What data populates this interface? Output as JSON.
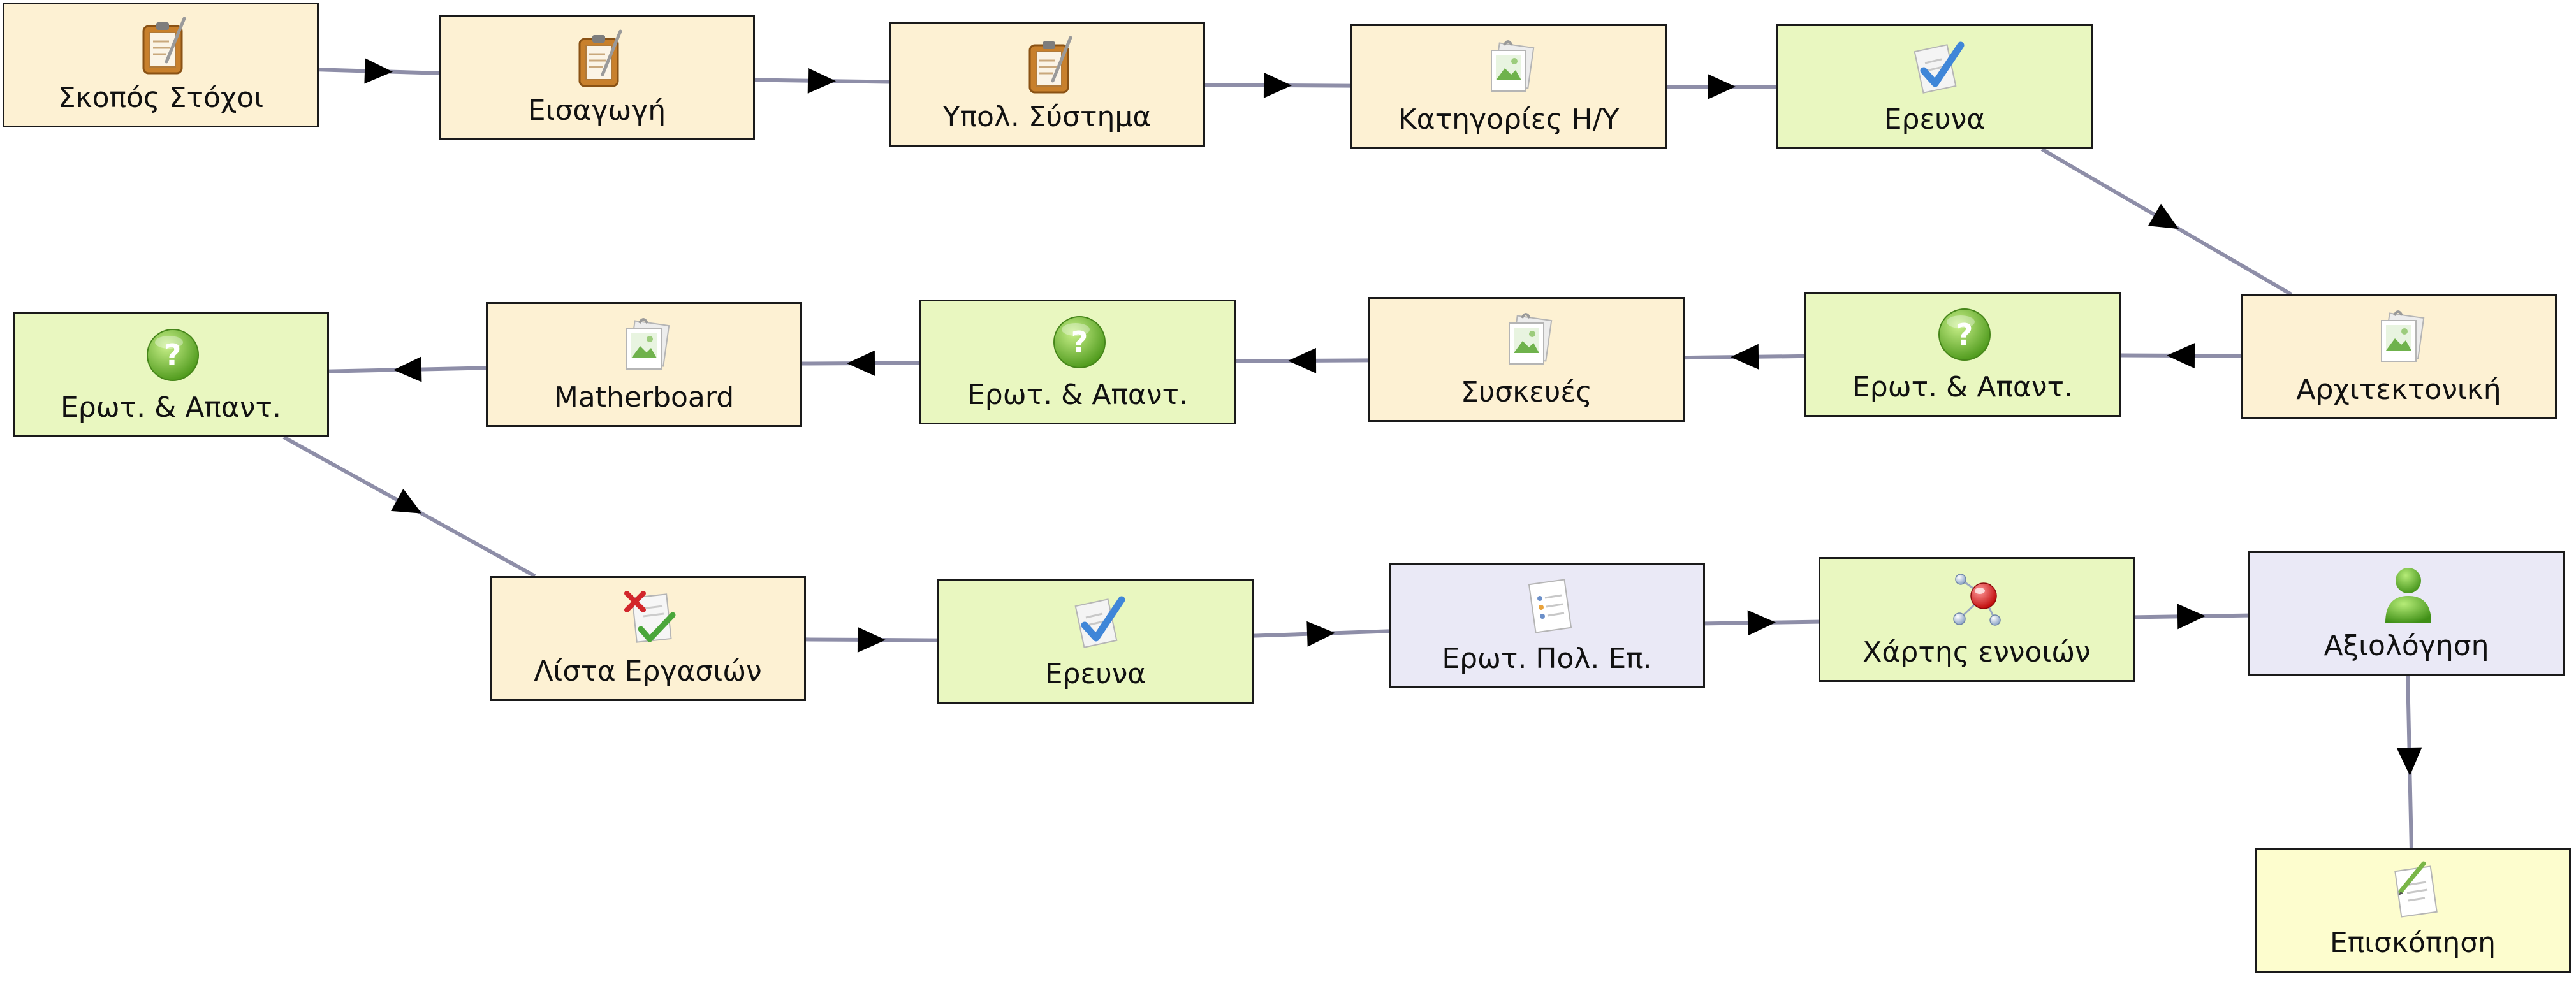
{
  "colors": {
    "connector": "#8e8ea8",
    "arrowhead": "#000000",
    "fill_orange": "#fdf1d3",
    "fill_green": "#e9f7c0",
    "fill_purple": "#eae9f6",
    "fill_yellow": "#fdfdce"
  },
  "nodes": [
    {
      "id": "n1",
      "label": "Σκοπός Στόχοι",
      "icon": "notepad-icon",
      "fill": "orange"
    },
    {
      "id": "n2",
      "label": "Εισαγωγή",
      "icon": "notepad-icon",
      "fill": "orange"
    },
    {
      "id": "n3",
      "label": "Υπολ. Σύστημα",
      "icon": "notepad-icon",
      "fill": "orange"
    },
    {
      "id": "n4",
      "label": "Κατηγορίες Η/Υ",
      "icon": "image-icon",
      "fill": "orange"
    },
    {
      "id": "n5",
      "label": "Ερευνα",
      "icon": "checkmark-icon",
      "fill": "green"
    },
    {
      "id": "n6",
      "label": "Αρχιτεκτονική",
      "icon": "image-icon",
      "fill": "orange"
    },
    {
      "id": "n7",
      "label": "Ερωτ. & Απαντ.",
      "icon": "question-icon",
      "fill": "green"
    },
    {
      "id": "n8",
      "label": "Συσκευές",
      "icon": "image-icon",
      "fill": "orange"
    },
    {
      "id": "n9",
      "label": "Ερωτ. & Απαντ.",
      "icon": "question-icon",
      "fill": "green"
    },
    {
      "id": "n10",
      "label": "Matherboard",
      "icon": "image-icon",
      "fill": "orange"
    },
    {
      "id": "n11",
      "label": "Ερωτ. & Απαντ.",
      "icon": "question-icon",
      "fill": "green"
    },
    {
      "id": "n12",
      "label": "Λίστα Εργασιών",
      "icon": "task-list-icon",
      "fill": "orange"
    },
    {
      "id": "n13",
      "label": "Ερευνα",
      "icon": "checkmark-icon",
      "fill": "green"
    },
    {
      "id": "n14",
      "label": "Ερωτ. Πολ. Επ.",
      "icon": "multi-choice-icon",
      "fill": "purple"
    },
    {
      "id": "n15",
      "label": "Χάρτης εννοιών",
      "icon": "concept-map-icon",
      "fill": "green"
    },
    {
      "id": "n16",
      "label": "Αξιολόγηση",
      "icon": "user-icon",
      "fill": "purple"
    },
    {
      "id": "n17",
      "label": "Επισκόπηση",
      "icon": "review-icon",
      "fill": "yellow"
    }
  ],
  "edges": [
    {
      "from": "n1",
      "to": "n2"
    },
    {
      "from": "n2",
      "to": "n3"
    },
    {
      "from": "n3",
      "to": "n4"
    },
    {
      "from": "n4",
      "to": "n5"
    },
    {
      "from": "n5",
      "to": "n6"
    },
    {
      "from": "n6",
      "to": "n7"
    },
    {
      "from": "n7",
      "to": "n8"
    },
    {
      "from": "n8",
      "to": "n9"
    },
    {
      "from": "n9",
      "to": "n10"
    },
    {
      "from": "n10",
      "to": "n11"
    },
    {
      "from": "n11",
      "to": "n12"
    },
    {
      "from": "n12",
      "to": "n13"
    },
    {
      "from": "n13",
      "to": "n14"
    },
    {
      "from": "n14",
      "to": "n15"
    },
    {
      "from": "n15",
      "to": "n16"
    },
    {
      "from": "n16",
      "to": "n17"
    }
  ]
}
